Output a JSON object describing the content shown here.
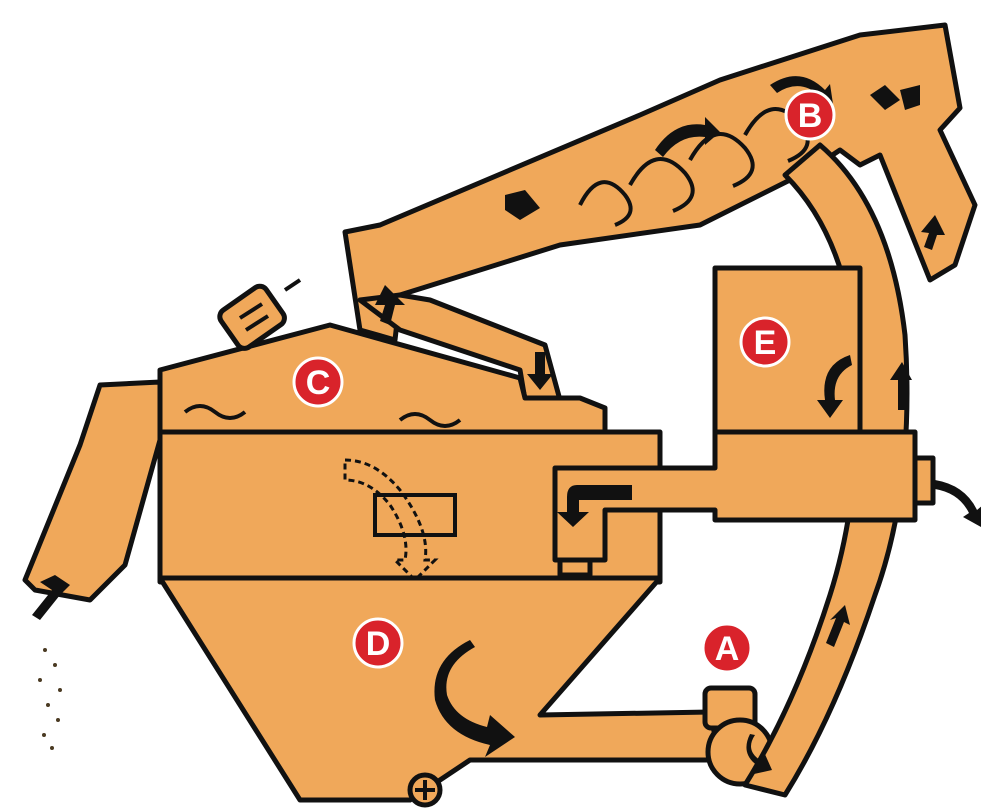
{
  "diagram": {
    "labels": {
      "a": "A",
      "b": "B",
      "c": "C",
      "d": "D",
      "e": "E"
    },
    "colors": {
      "body": "#f0a85a",
      "outline": "#111111",
      "badge": "#d9232b",
      "badge_text": "#ffffff",
      "background": "#ffffff"
    },
    "icons": [
      "flow-arrow-icon",
      "motor-icon",
      "drain-plug-icon",
      "pump-icon"
    ]
  }
}
